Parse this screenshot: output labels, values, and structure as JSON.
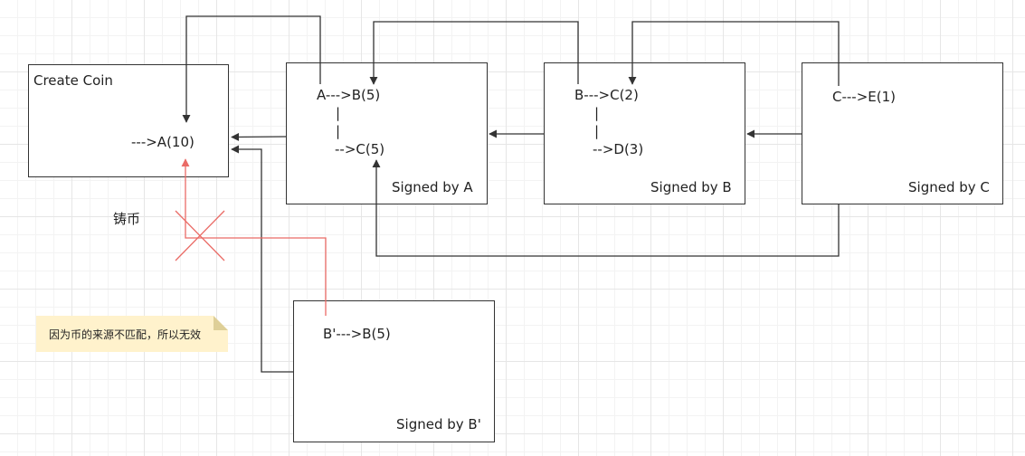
{
  "boxes": {
    "create": {
      "title": "Create Coin",
      "tx": "--->A(10)"
    },
    "a": {
      "tx1": "A--->B(5)",
      "tx2": "-->C(5)",
      "pipe1": "|",
      "pipe2": "|",
      "sig": "Signed by A"
    },
    "b": {
      "tx1": "B--->C(2)",
      "tx2": "-->D(3)",
      "pipe1": "|",
      "pipe2": "|",
      "sig": "Signed by B"
    },
    "c": {
      "tx1": "C--->E(1)",
      "sig": "Signed by C"
    },
    "bp": {
      "tx1": "B'--->B(5)",
      "sig": "Signed by B'"
    }
  },
  "labels": {
    "mint": "铸币"
  },
  "note": {
    "text": "因为币的来源不匹配，所以无效",
    "color": "#fff2cc"
  },
  "colors": {
    "line": "#333333",
    "invalid": "#ea6b66"
  }
}
